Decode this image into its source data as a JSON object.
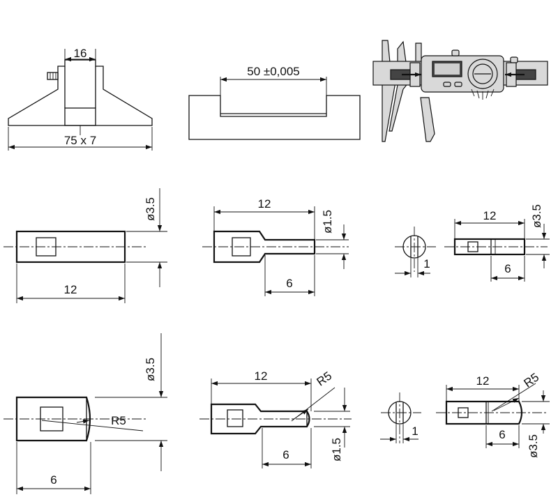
{
  "top_row": {
    "depth_base": {
      "width_label": "16",
      "length_label": "75 x 7"
    },
    "groove": {
      "label": "50 ±0,005"
    }
  },
  "row2": {
    "cyl": {
      "dia": "ø3.5",
      "len": "12"
    },
    "step": {
      "total": "12",
      "dia": "ø1.5",
      "small_len": "6"
    },
    "disc": {
      "thick": "1"
    },
    "flat": {
      "total": "12",
      "dia": "ø3.5",
      "flat_len": "6"
    }
  },
  "row3": {
    "cyl_r": {
      "dia": "ø3.5",
      "radius": "R5",
      "len": "6"
    },
    "step_r": {
      "total": "12",
      "radius": "R5",
      "small_len": "6",
      "dia": "ø1.5"
    },
    "disc": {
      "thick": "1"
    },
    "flat_r": {
      "total": "12",
      "radius": "R5",
      "flat_len": "6",
      "dia": "ø3.5"
    }
  }
}
